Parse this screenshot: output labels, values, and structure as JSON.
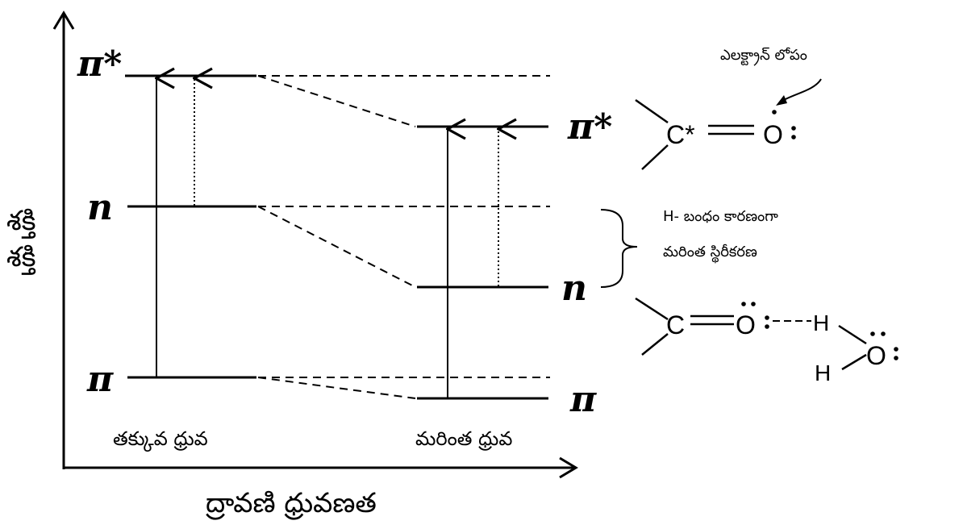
{
  "axes": {
    "y_label_line1": "శక్తి",
    "y_label_line2": "శక్తి",
    "x_label": "ద్రావణి ధ్రువణత"
  },
  "levels_left": {
    "pi_star": "π*",
    "n": "n",
    "pi": "π"
  },
  "levels_right": {
    "pi_star": "π*",
    "n": "n",
    "pi": "π"
  },
  "solvents": {
    "left": "తక్కువ ధ్రువ",
    "right": "మరింత ధ్రువ"
  },
  "annotations": {
    "electron_deficiency": "ఎలక్ట్రాన్ లోపం",
    "h_bond_line1": "H- బంధం కారణంగా",
    "h_bond_line2": "మరింత స్థిరీకరణ"
  },
  "structure_top": {
    "carbon": "C*",
    "oxygen": "O"
  },
  "structure_bottom": {
    "carbon": "C",
    "oxygen": "O",
    "h1": "H",
    "h2": "H",
    "water_oxygen": "O"
  }
}
